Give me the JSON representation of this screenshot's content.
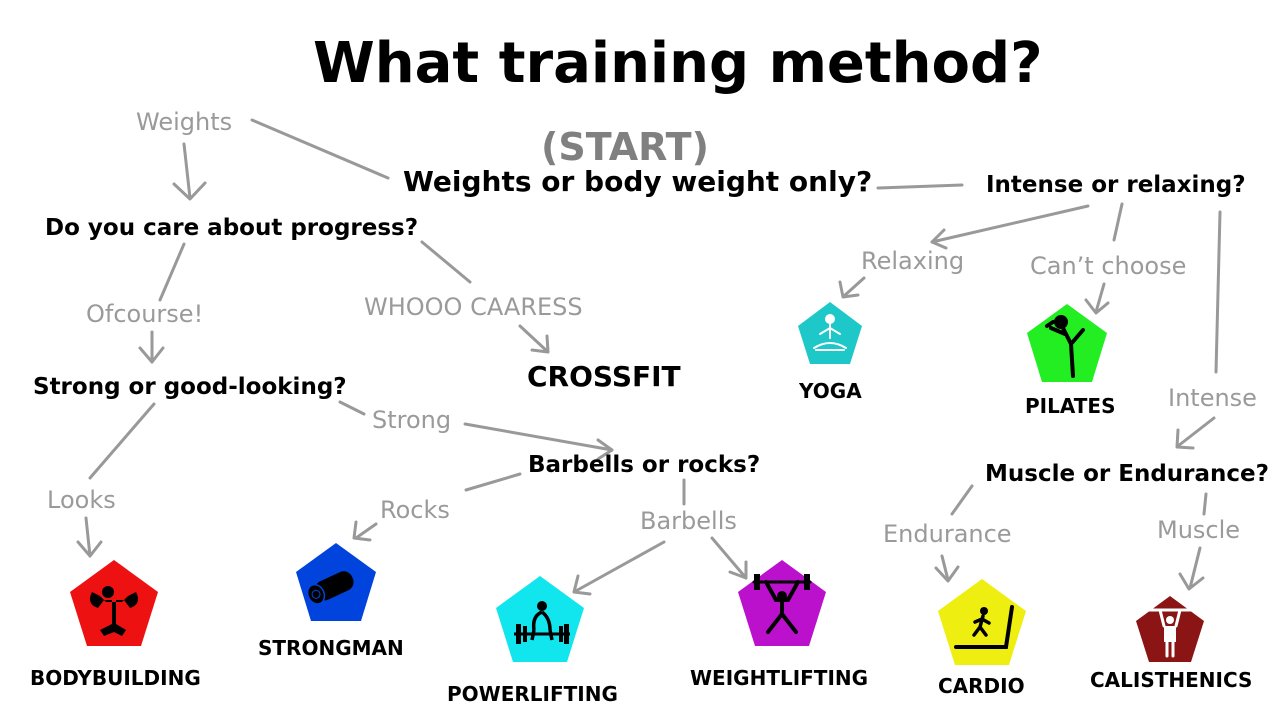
{
  "title": "What training method?",
  "start": "(START)",
  "questions": {
    "weights_or_bodyweight": "Weights or body weight only?",
    "intense_or_relaxing": "Intense or relaxing?",
    "care_progress": "Do you care about progress?",
    "strong_or_looking": "Strong or good-looking?",
    "barbells_or_rocks": "Barbells or rocks?",
    "muscle_or_endurance": "Muscle or Endurance?"
  },
  "edges": {
    "weights": "Weights",
    "ofcourse": "Ofcourse!",
    "whooo": "WHOOO CAARESS",
    "strong": "Strong",
    "looks": "Looks",
    "rocks": "Rocks",
    "barbells": "Barbells",
    "relaxing": "Relaxing",
    "cant_choose": "Can’t choose",
    "intense": "Intense",
    "endurance": "Endurance",
    "muscle": "Muscle"
  },
  "results": {
    "crossfit": "CROSSFIT",
    "yoga": "YOGA",
    "pilates": "PILATES",
    "bodybuilding": "BODYBUILDING",
    "strongman": "STRONGMAN",
    "powerlifting": "POWERLIFTING",
    "weightlifting": "WEIGHTLIFTING",
    "cardio": "CARDIO",
    "calisthenics": "CALISTHENICS"
  },
  "badges": [
    {
      "key": "yoga",
      "color": "#1ec8c8",
      "icon": "meditation-icon"
    },
    {
      "key": "pilates",
      "color": "#22ee22",
      "icon": "pilates-pose-icon"
    },
    {
      "key": "bodybuilding",
      "color": "#ee1111",
      "icon": "flexing-muscle-icon"
    },
    {
      "key": "strongman",
      "color": "#0044dd",
      "icon": "log-lift-icon"
    },
    {
      "key": "powerlifting",
      "color": "#11e5ee",
      "icon": "deadlift-icon"
    },
    {
      "key": "weightlifting",
      "color": "#bb11cc",
      "icon": "snatch-lift-icon"
    },
    {
      "key": "cardio",
      "color": "#eeee11",
      "icon": "treadmill-runner-icon"
    },
    {
      "key": "calisthenics",
      "color": "#8b1515",
      "icon": "pull-up-icon"
    }
  ],
  "colors": {
    "arrow": "#999999",
    "edge_label": "#9a9a9a",
    "start": "#808080"
  }
}
